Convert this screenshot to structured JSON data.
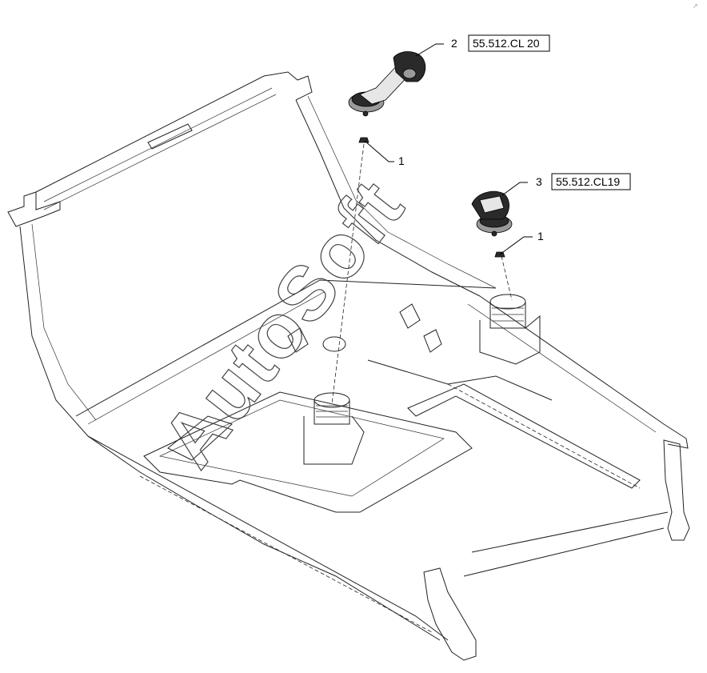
{
  "callouts": [
    {
      "number": "1",
      "ref": ""
    },
    {
      "number": "2",
      "ref": "55.512.CL 20"
    },
    {
      "number": "3",
      "ref": "55.512.CL19"
    },
    {
      "number": "1",
      "ref": ""
    }
  ],
  "watermark": "AutoSoft",
  "corner_mark": "↗"
}
